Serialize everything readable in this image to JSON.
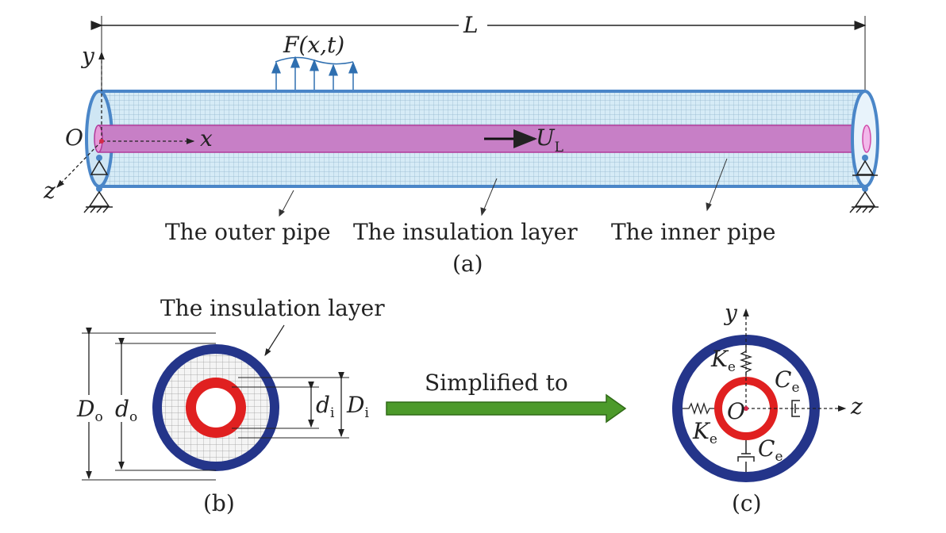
{
  "panel_a": {
    "length_label": "L",
    "force_label": "F(x,t)",
    "y_axis": "y",
    "x_axis": "x",
    "z_axis": "z",
    "origin": "O",
    "velocity_main": "U",
    "velocity_sub": "L",
    "label_outer": "The outer pipe",
    "label_insulation": "The insulation layer",
    "label_inner": "The inner pipe",
    "caption": "(a)"
  },
  "panel_b": {
    "title": "The insulation layer",
    "Do_main": "D",
    "Do_sub": "o",
    "do_main": "d",
    "do_sub": "o",
    "di_main": "d",
    "di_sub": "i",
    "Di_main": "D",
    "Di_sub": "i",
    "caption": "(b)"
  },
  "arrow_label": "Simplified to",
  "panel_c": {
    "y_axis": "y",
    "z_axis": "z",
    "origin": "O",
    "Ke_top_main": "K",
    "Ke_top_sub": "e",
    "Ke_left_main": "K",
    "Ke_left_sub": "e",
    "Ce_right_main": "C",
    "Ce_right_sub": "e",
    "Ce_bottom_main": "C",
    "Ce_bottom_sub": "e",
    "caption": "(c)"
  },
  "colors": {
    "outer_pipe": "#4a86c8",
    "insulation": "#cfe6f4",
    "inner_pipe": "#c77fc6",
    "cross_outer_ring": "#24358a",
    "cross_inner_ring": "#e02020",
    "simplify_arrow": "#4c9a2a"
  }
}
